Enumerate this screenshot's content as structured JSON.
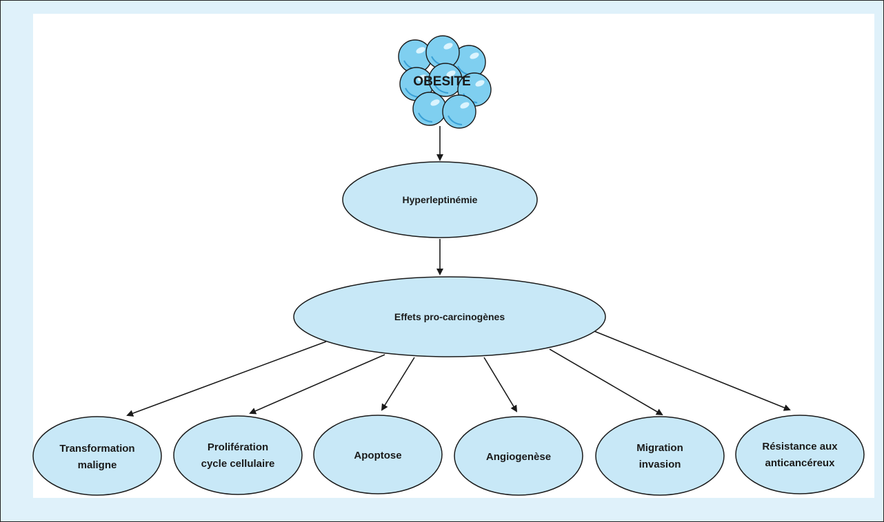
{
  "diagram": {
    "root": {
      "label": "OBESITE"
    },
    "level1": {
      "label": "Hyperleptinémie"
    },
    "level2": {
      "label": "Effets pro-carcinogènes"
    },
    "outcomes": [
      {
        "id": "transformation",
        "lines": [
          "Transformation",
          "maligne"
        ]
      },
      {
        "id": "proliferation",
        "lines": [
          "Prolifération",
          "cycle cellulaire"
        ]
      },
      {
        "id": "apoptose",
        "lines": [
          "Apoptose"
        ]
      },
      {
        "id": "angiogenese",
        "lines": [
          "Angiogenèse"
        ]
      },
      {
        "id": "migration",
        "lines": [
          "Migration",
          "invasion"
        ]
      },
      {
        "id": "resistance",
        "lines": [
          "Résistance aux",
          "anticancéreux"
        ]
      }
    ]
  },
  "colors": {
    "background": "#dff1fa",
    "node_fill": "#c8e8f7",
    "stroke": "#1a1a1a",
    "cell_fill": "#7fcff0",
    "cell_highlight": "#e6f7ff"
  }
}
